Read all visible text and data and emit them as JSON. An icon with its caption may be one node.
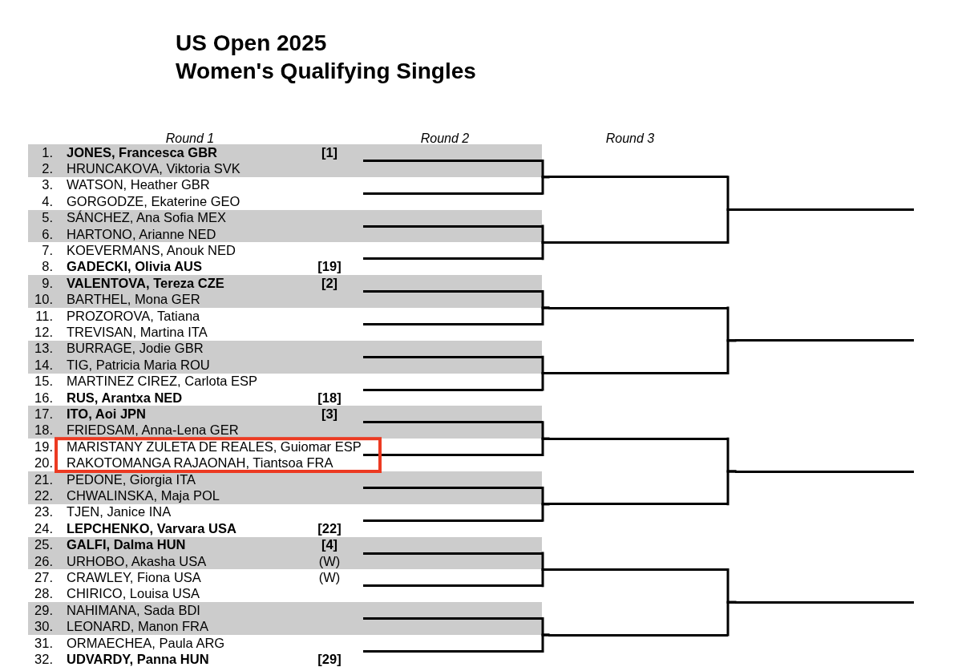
{
  "diagram": {
    "title": "US Open 2025",
    "nodes": [
      {
        "text": [
          "1.",
          "JONES, Francesca GBR",
          "[1]"
        ]
      },
      {
        "text": [
          "2.",
          "HRUNCAKOVA, Viktoria SVK"
        ]
      },
      {
        "text": [
          "3.",
          "WATSON, Heather GBR"
        ]
      },
      {
        "text": [
          "4.",
          "GORGODZE, Ekaterine GEO"
        ]
      },
      {
        "text": [
          "5.",
          "SÁNCHEZ, Ana Sofia MEX"
        ]
      },
      {
        "text": [
          "6.",
          "HARTONO, Arianne NED"
        ]
      },
      {
        "text": [
          "7.",
          "KOEVERMANS, Anouk NED"
        ]
      },
      {
        "text": [
          "8.",
          "GADECKI, Olivia AUS",
          "[19]"
        ]
      },
      {
        "text": [
          "9.",
          "VALENTOVA, Tereza CZE",
          "[2]"
        ]
      },
      {
        "text": [
          "10.",
          "BARTHEL, Mona GER"
        ]
      },
      {
        "text": [
          "11.",
          "PROZOROVA, Tatiana"
        ]
      },
      {
        "text": [
          "12.",
          "TREVISAN, Martina ITA"
        ]
      },
      {
        "text": [
          "13.",
          "BURRAGE, Jodie GBR"
        ]
      },
      {
        "text": [
          "14.",
          "TIG, Patricia Maria ROU"
        ]
      },
      {
        "text": [
          "15.",
          "MARTINEZ CIREZ, Carlota ESP"
        ]
      },
      {
        "text": [
          "16.",
          "RUS, Arantxa NED",
          "[18]"
        ]
      },
      {
        "text": [
          "17.",
          "ITO, Aoi JPN",
          "[3]"
        ]
      },
      {
        "text": [
          "18.",
          "FRIEDSAM, Anna-Lena GER"
        ]
      },
      {
        "text": [
          "19.",
          "MARISTANY ZULETA DE REALES, Guiomar ESP"
        ]
      },
      {
        "text": [
          "20.",
          "RAKOTOMANGA RAJAONAH, Tiantsoa FRA"
        ]
      },
      {
        "text": [
          "21.",
          "PEDONE, Giorgia ITA"
        ]
      },
      {
        "text": [
          "22.",
          "CHWALINSKA, Maja POL"
        ]
      },
      {
        "text": [
          "23.",
          "TJEN, Janice INA"
        ]
      },
      {
        "text": [
          "24.",
          "LEPCHENKO, Varvara USA",
          "[22]"
        ]
      },
      {
        "text": [
          "25.",
          "GALFI, Dalma HUN",
          "[4]"
        ]
      },
      {
        "text": [
          "26.",
          "URHOBO, Akasha USA",
          "(W)"
        ]
      },
      {
        "text": [
          "27.",
          "CRAWLEY, Fiona USA",
          "(W)"
        ]
      },
      {
        "text": [
          "28.",
          "CHIRICO, Louisa USA"
        ]
      },
      {
        "text": [
          "29.",
          "NAHIMANA, Sada BDI"
        ]
      },
      {
        "text": [
          "30.",
          "LEONARD, Manon FRA"
        ]
      },
      {
        "text": [
          "31.",
          "ORMAECHEA, Paula ARG"
        ]
      },
      {
        "text": [
          "32.",
          "UDVARDY, Panna HUN",
          "[29]"
        ]
      },
      {
        "text": [],
        "shape": "line"
      },
      {
        "text": [],
        "shape": "line"
      },
      {
        "text": [],
        "shape": "line"
      },
      {
        "text": [],
        "shape": "line"
      },
      {
        "text": [],
        "shape": "line"
      },
      {
        "text": [],
        "shape": "line"
      },
      {
        "text": [],
        "shape": "line"
      },
      {
        "text": [],
        "shape": "line"
      },
      {
        "text": [],
        "shape": "line"
      },
      {
        "text": [],
        "shape": "line"
      },
      {
        "text": [],
        "shape": "line"
      },
      {
        "text": [],
        "shape": "line"
      },
      {
        "text": [],
        "shape": "line"
      },
      {
        "text": [],
        "shape": "line"
      },
      {
        "text": [],
        "shape": "line"
      },
      {
        "text": [],
        "shape": "line"
      },
      {
        "text": [],
        "shape": "line"
      },
      {
        "text": [],
        "shape": "line"
      },
      {
        "text": [],
        "shape": "line"
      },
      {
        "text": [],
        "shape": "line"
      },
      {
        "text": [],
        "shape": "line"
      },
      {
        "text": [],
        "shape": "line"
      },
      {
        "text": [],
        "shape": "line"
      },
      {
        "text": [],
        "shape": "line"
      },
      {
        "text": [],
        "shape": "line"
      },
      {
        "text": [],
        "shape": "line"
      },
      {
        "text": [],
        "shape": "line"
      },
      {
        "text": [],
        "shape": "line"
      }
    ],
    "edges": [
      {
        "from": 32,
        "to": 48,
        "arrow": "none"
      },
      {
        "from": 33,
        "to": 48,
        "arrow": "none"
      },
      {
        "from": 34,
        "to": 49,
        "arrow": "none"
      },
      {
        "from": 35,
        "to": 49,
        "arrow": "none"
      },
      {
        "from": 36,
        "to": 50,
        "arrow": "none"
      },
      {
        "from": 37,
        "to": 50,
        "arrow": "none"
      },
      {
        "from": 38,
        "to": 51,
        "arrow": "none"
      },
      {
        "from": 39,
        "to": 51,
        "arrow": "none"
      },
      {
        "from": 40,
        "to": 52,
        "arrow": "none"
      },
      {
        "from": 41,
        "to": 52,
        "arrow": "none"
      },
      {
        "from": 42,
        "to": 53,
        "arrow": "none"
      },
      {
        "from": 43,
        "to": 53,
        "arrow": "none"
      },
      {
        "from": 44,
        "to": 54,
        "arrow": "none"
      },
      {
        "from": 45,
        "to": 54,
        "arrow": "none"
      },
      {
        "from": 46,
        "to": 55,
        "arrow": "none"
      },
      {
        "from": 47,
        "to": 55,
        "arrow": "none"
      },
      {
        "from": 48,
        "to": 56,
        "arrow": "none"
      },
      {
        "from": 49,
        "to": 56,
        "arrow": "none"
      },
      {
        "from": 50,
        "to": 57,
        "arrow": "none"
      },
      {
        "from": 51,
        "to": 57,
        "arrow": "none"
      },
      {
        "from": 52,
        "to": 58,
        "arrow": "none"
      },
      {
        "from": 53,
        "to": 58,
        "arrow": "none"
      },
      {
        "from": 54,
        "to": 59,
        "arrow": "none"
      },
      {
        "from": 55,
        "to": 59,
        "arrow": "none"
      }
    ],
    "labels": [
      "Women's Qualifying Singles",
      "Round 1",
      "Round 2",
      "Round 3"
    ]
  }
}
